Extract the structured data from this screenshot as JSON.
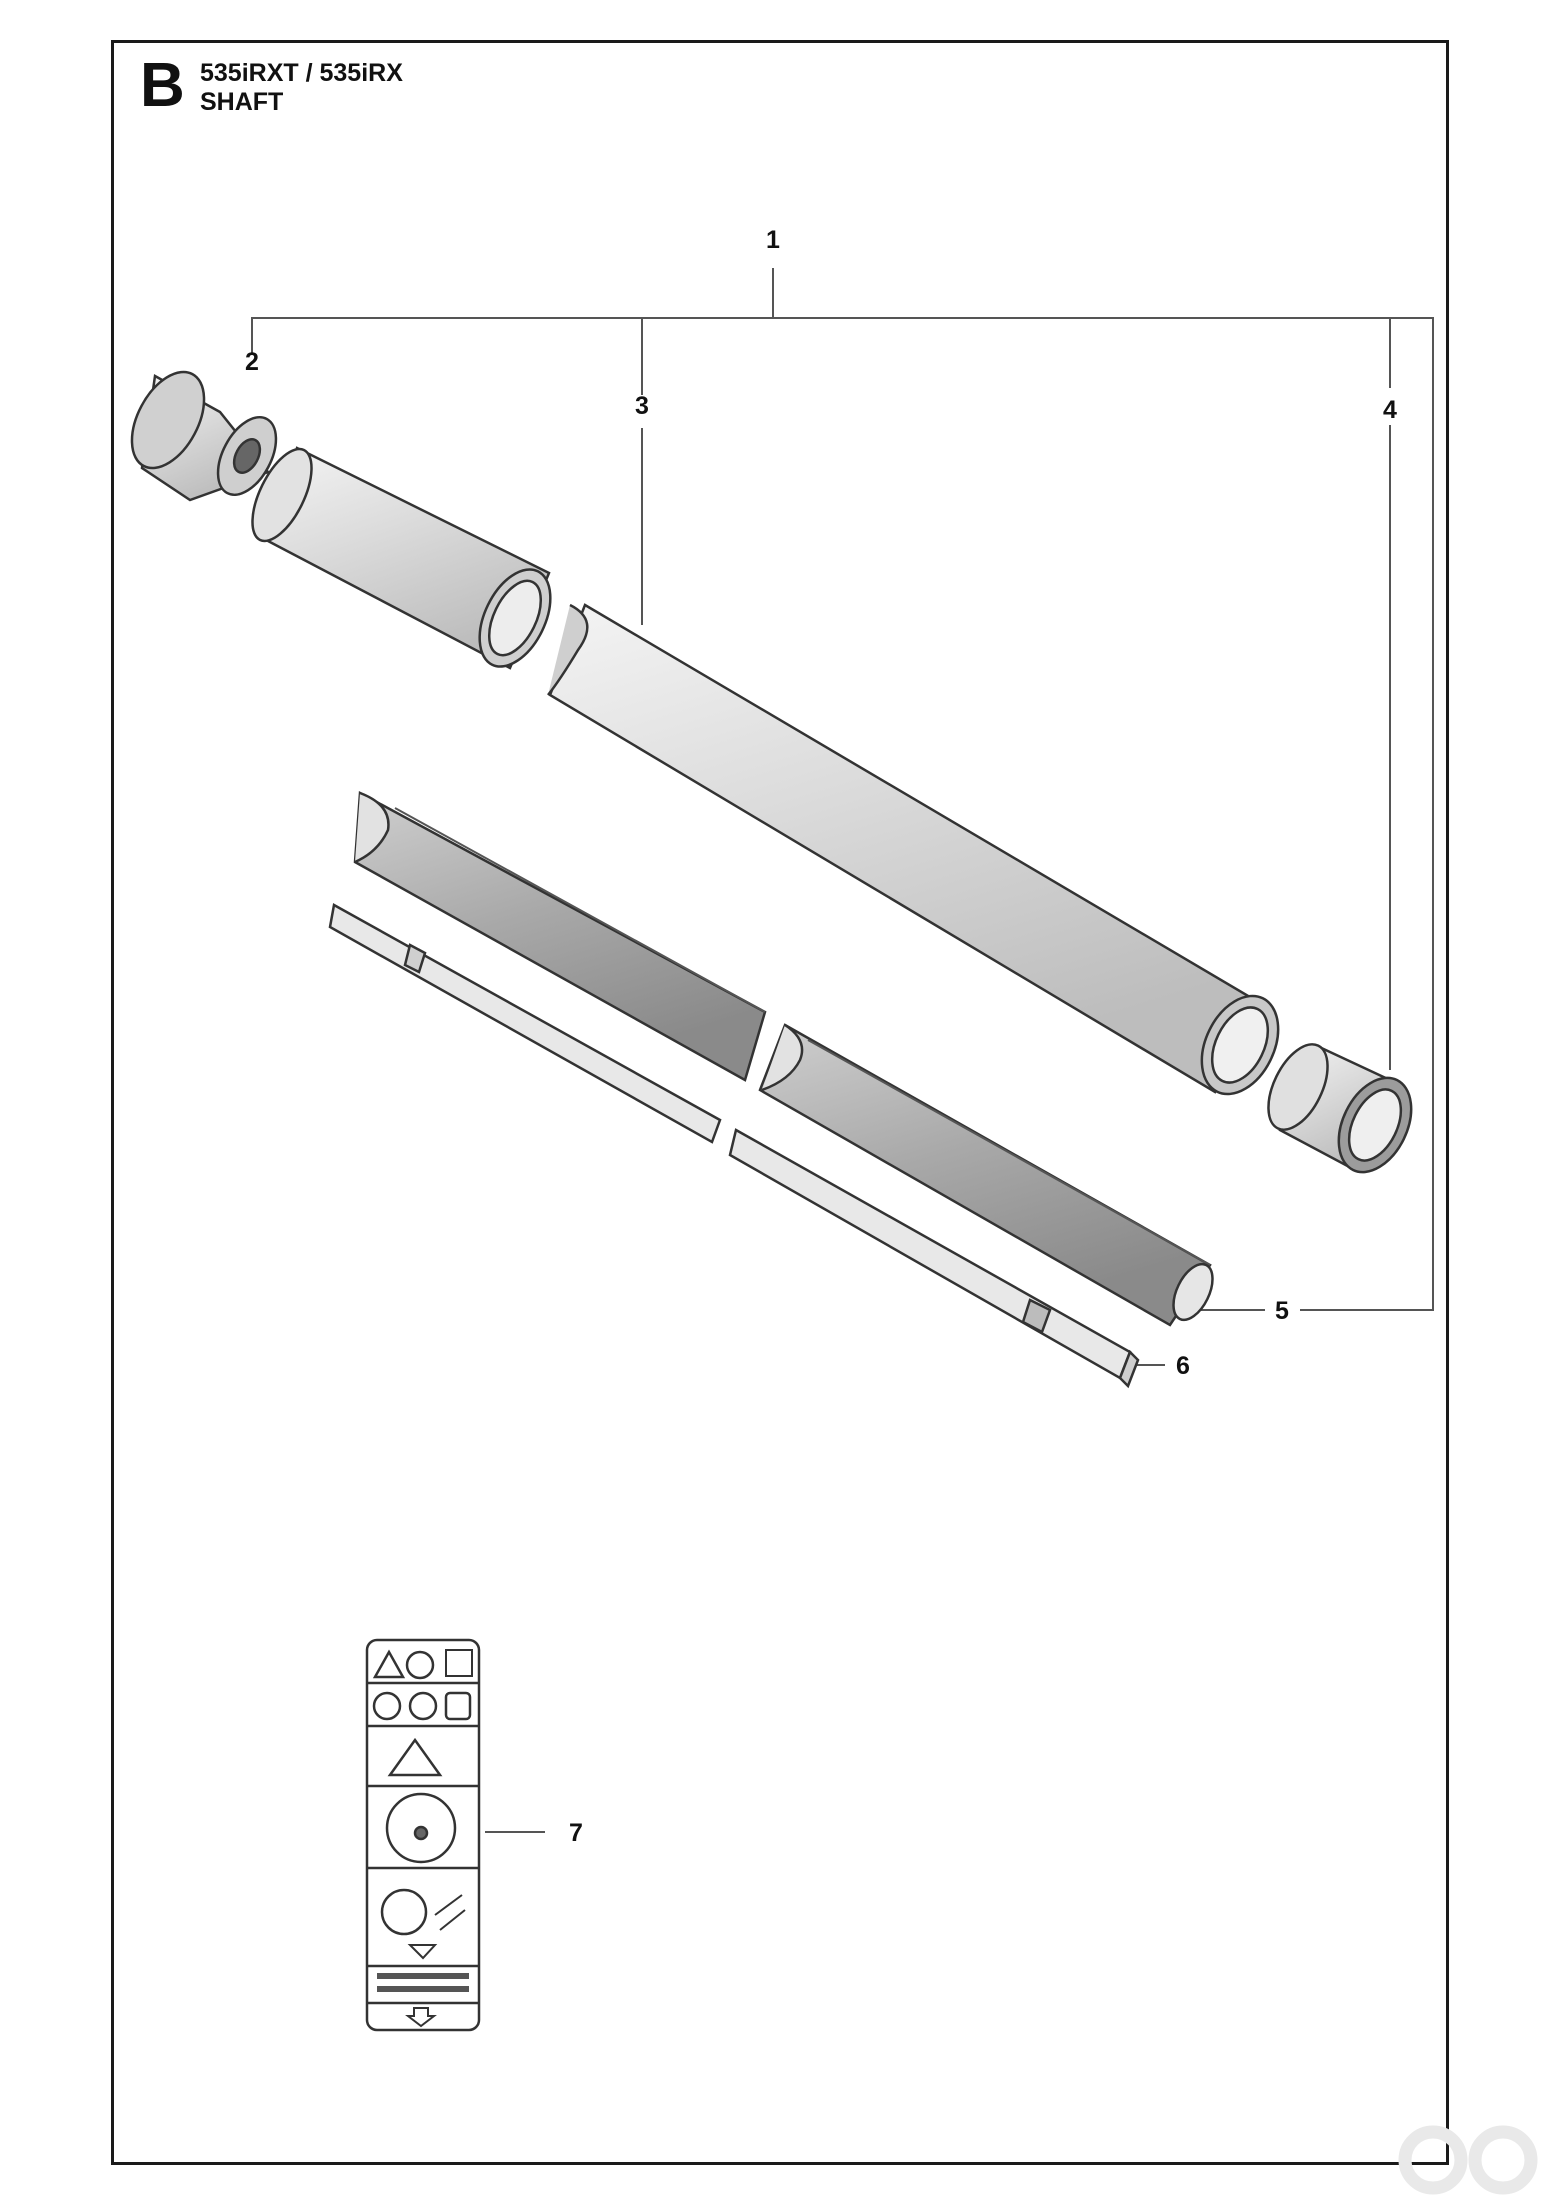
{
  "header": {
    "section_letter": "B",
    "models": "535iRXT / 535iRX",
    "section_name": "SHAFT"
  },
  "callouts": [
    {
      "id": "1",
      "part": "shaft-assembly"
    },
    {
      "id": "2",
      "part": "end-sleeve-top"
    },
    {
      "id": "3",
      "part": "shaft-tube"
    },
    {
      "id": "4",
      "part": "end-sleeve-bottom"
    },
    {
      "id": "5",
      "part": "drive-shaft-liner"
    },
    {
      "id": "6",
      "part": "drive-shaft"
    },
    {
      "id": "7",
      "part": "decal"
    }
  ],
  "colors": {
    "line": "#555555",
    "part_fill": "#e6e6e6",
    "liner_fill": "#bdbdbd",
    "outline": "#333333"
  }
}
